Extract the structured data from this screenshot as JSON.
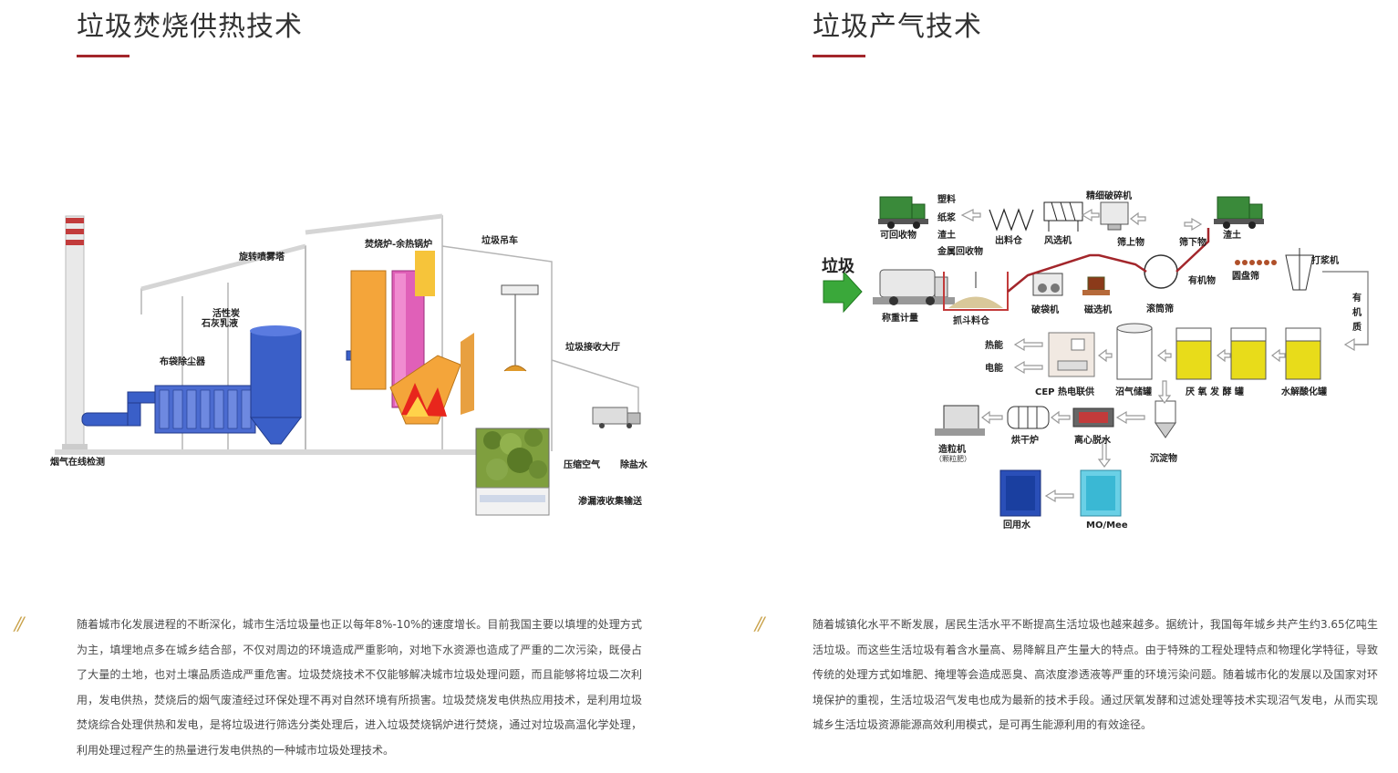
{
  "left": {
    "title": "垃圾焚烧供热技术",
    "quote": "//",
    "paragraph": "随着城市化发展进程的不断深化，城市生活垃圾量也正以每年8%-10%的速度增长。目前我国主要以填埋的处理方式为主，填埋地点多在城乡结合部，不仅对周边的环境造成严重影响，对地下水资源也造成了严重的二次污染，既侵占了大量的土地，也对土壤品质造成严重危害。垃圾焚烧技术不仅能够解决城市垃圾处理问题，而且能够将垃圾二次利用，发电供热，焚烧后的烟气废渣经过环保处理不再对自然环境有所损害。垃圾焚烧发电供热应用技术，是利用垃圾焚烧综合处理供热和发电，是将垃圾进行筛选分类处理后，进入垃圾焚烧锅炉进行焚烧，通过对垃圾高温化学处理，利用处理过程产生的热量进行发电供热的一种城市垃圾处理技术。",
    "diagram": {
      "labels": {
        "spray_tower": "旋转喷雾塔",
        "furnace": "焚烧炉-余热锅炉",
        "crane": "垃圾吊车",
        "carbon": "活性炭",
        "lime": "石灰乳液",
        "bag_filter": "布袋除尘器",
        "reception_hall": "垃圾接收大厅",
        "flue_monitor": "烟气在线检测",
        "compressed_air": "压缩空气",
        "desalted_water": "除盐水",
        "leachate": "渗漏液收集输送"
      }
    }
  },
  "right": {
    "title": "垃圾产气技术",
    "quote": "//",
    "paragraph": "随着城镇化水平不断发展，居民生活水平不断提高生活垃圾也越来越多。据统计，我国每年城乡共产生约3.65亿吨生活垃圾。而这些生活垃圾有着含水量高、易降解且产生量大的特点。由于特殊的工程处理特点和物理化学特征，导致传统的处理方式如堆肥、掩埋等会造成恶臭、高浓度渗透液等严重的环境污染问题。随着城市化的发展以及国家对环境保护的重视，生活垃圾沼气发电也成为最新的技术手段。通过厌氧发酵和过滤处理等技术实现沼气发电，从而实现城乡生活垃圾资源能源高效利用模式，是可再生能源利用的有效途径。",
    "diagram": {
      "labels": {
        "plastic": "塑料",
        "paper": "纸浆",
        "slag": "渣土",
        "metal": "金属回收物",
        "fine_crusher": "精细破碎机",
        "recyclables": "可回收物",
        "outlet_bin": "出料仓",
        "air_sorter": "风选机",
        "screen_over": "筛上物",
        "screen_under": "筛下物",
        "slag2": "渣土",
        "garbage": "垃圾",
        "weighing": "称重计量",
        "grab_bin": "抓斗料仓",
        "bag_breaker": "破袋机",
        "magnetic": "磁选机",
        "drum_screen": "滚筒筛",
        "organic": "有机物",
        "disc_screen": "圆盘筛",
        "pulper": "打浆机",
        "organic_v1": "有",
        "organic_v2": "机",
        "organic_v3": "质",
        "heat": "热能",
        "power": "电能",
        "cep": "CEP 热电联供",
        "gas_tank": "沼气储罐",
        "anaerobic": "厌 氧 发 酵 罐",
        "hydrolysis": "水解酸化罐",
        "granulator": "造粒机",
        "granulator_sub": "（颗粒肥）",
        "dryer": "烘干炉",
        "centrifuge": "离心脱水",
        "sediment": "沉淀物",
        "reuse_water": "回用水",
        "mo_mee": "MO/Mee"
      }
    }
  },
  "colors": {
    "accent": "#a3262b",
    "quote": "#c9a24a",
    "pipe_blue": "#3a5fc8",
    "furnace_orange": "#f4a53a",
    "tank_yellow": "#e8dc1a",
    "green_arrow": "#3aa83a"
  }
}
